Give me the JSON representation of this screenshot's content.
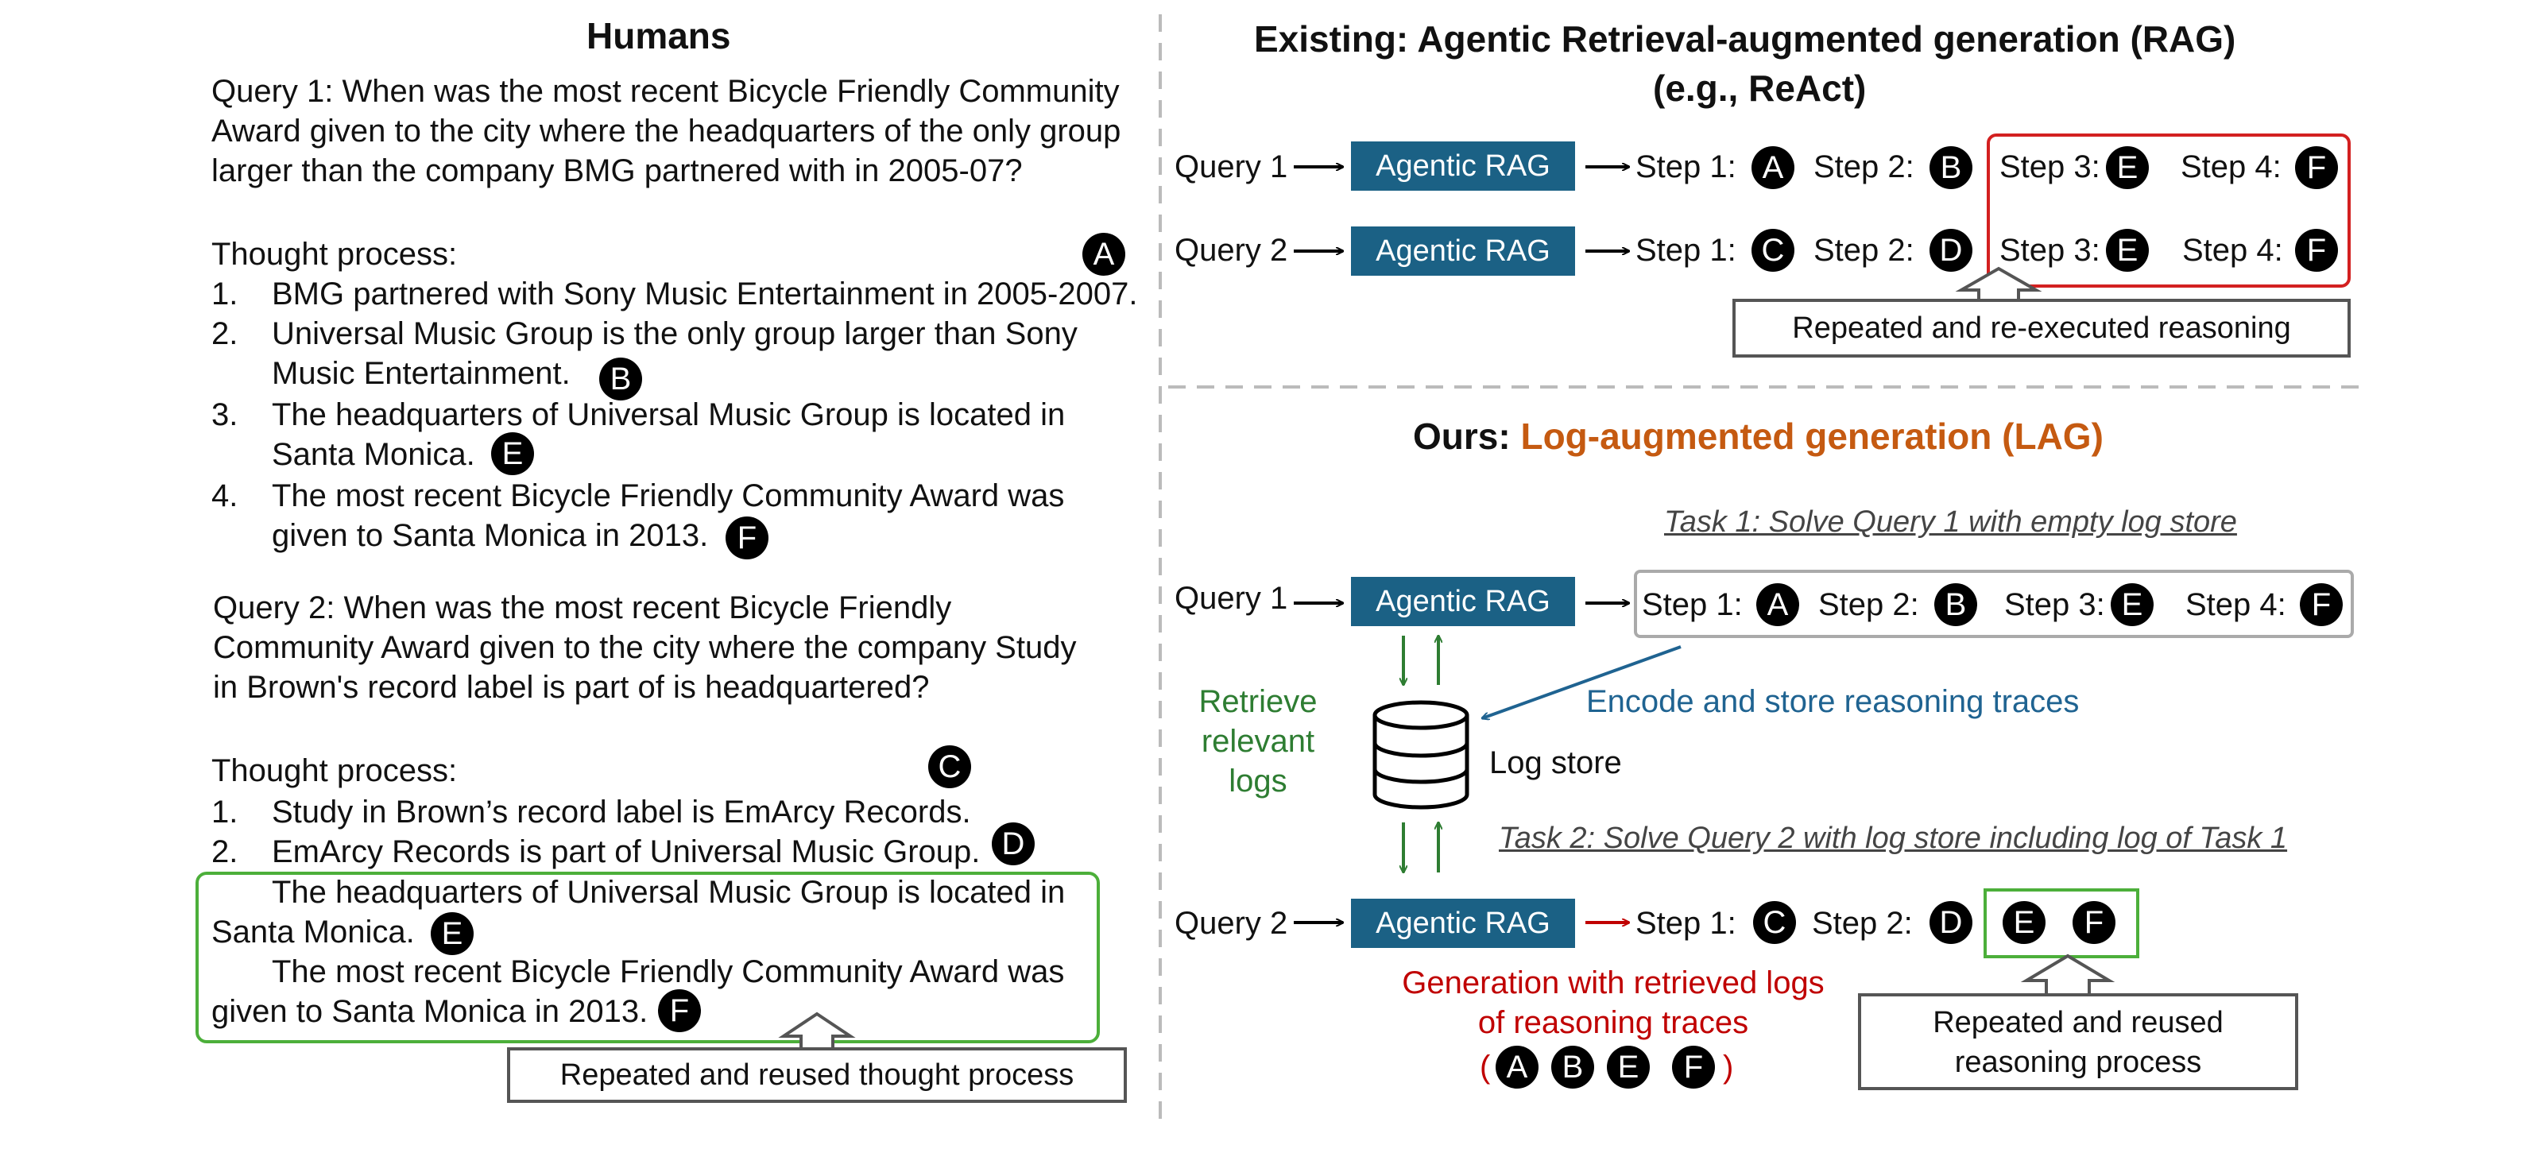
{
  "left": {
    "title": "Humans",
    "query1_lines": [
      "Query 1: When was the most recent Bicycle Friendly Community",
      "Award given to the city where the headquarters of the only group",
      "larger than the company BMG partnered with in 2005-07?"
    ],
    "thought_label": "Thought process:",
    "q1_steps": [
      {
        "num": "1.",
        "text": "BMG partnered with Sony Music Entertainment in 2005-2007."
      },
      {
        "num": "2.",
        "text": "Universal Music Group is the only group larger than Sony",
        "text2": "Music Entertainment."
      },
      {
        "num": "3.",
        "text": "The headquarters of Universal Music Group is located in",
        "text2": "Santa Monica."
      },
      {
        "num": "4.",
        "text": "The most recent Bicycle Friendly Community Award was",
        "text2": "given to Santa Monica in 2013."
      }
    ],
    "query2_lines": [
      "Query 2: When was the most recent Bicycle Friendly",
      "Community Award given to the city where the company Study",
      "in Brown's record label is part of is headquartered?"
    ],
    "q2_steps": [
      {
        "num": "1.",
        "text": "Study in Brown’s record label is EmArcy Records."
      },
      {
        "num": "2.",
        "text": "EmArcy Records is part of Universal Music Group."
      }
    ],
    "q2_reused": [
      "The headquarters of Universal Music Group is located in",
      "Santa Monica.",
      "The most recent Bicycle Friendly Community Award was",
      "given to Santa Monica in 2013."
    ],
    "callout": "Repeated and reused thought process"
  },
  "markers": {
    "a": "A",
    "b": "B",
    "c": "C",
    "d": "D",
    "e": "E",
    "f": "F"
  },
  "existing": {
    "title_line1": "Existing: Agentic Retrieval-augmented generation (RAG)",
    "title_line2": "(e.g., ReAct)",
    "query1": "Query 1",
    "query2": "Query 2",
    "rag_label": "Agentic RAG",
    "step1": "Step 1:",
    "step2": "Step 2:",
    "step3": "Step 3:",
    "step4": "Step 4:",
    "callout": "Repeated and re-executed reasoning"
  },
  "ours": {
    "title_prefix": "Ours: ",
    "title_highlight": "Log-augmented generation (LAG)",
    "task1": "Task 1: Solve Query 1 with empty log store",
    "task2": "Task 2: Solve Query 2 with log store including log of Task 1",
    "retrieve_lines": [
      "Retrieve",
      "relevant",
      "logs"
    ],
    "encode": "Encode and store reasoning traces",
    "log_store": "Log store",
    "generation_lines": [
      "Generation with retrieved logs",
      "of reasoning traces"
    ],
    "paren_open": "(",
    "paren_close": ")",
    "callout_lines": [
      "Repeated and reused",
      "reasoning process"
    ]
  },
  "colors": {
    "rag_blue": "#1b6185",
    "red": "#c00000",
    "green": "#2e7d32",
    "orange": "#c55a11",
    "teal": "#1f6391",
    "green_box": "#4caf3a"
  }
}
